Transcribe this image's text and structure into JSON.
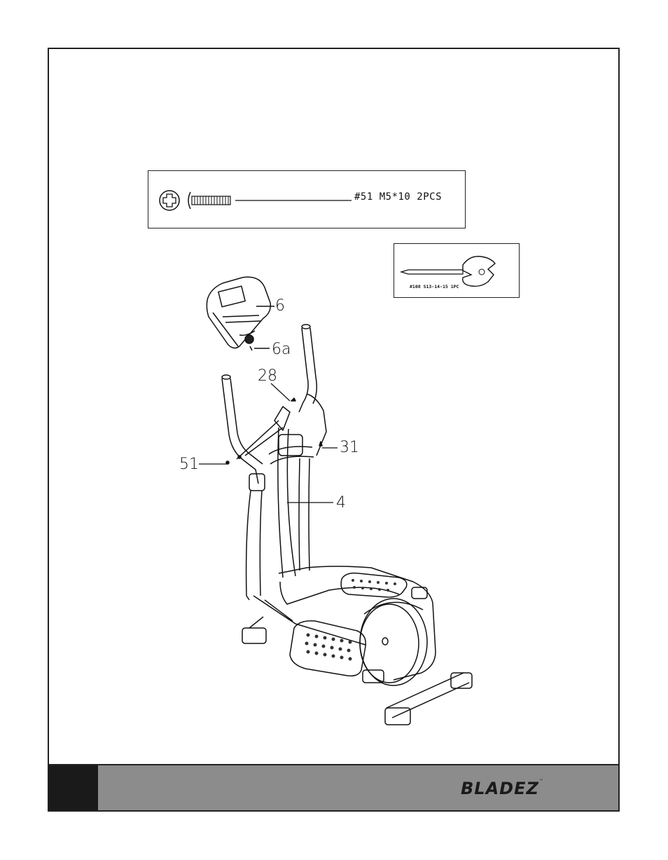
{
  "hardware": {
    "screw": {
      "label": "#51  M5*10  2PCS",
      "icon": "phillips-screw-icon"
    },
    "wrench": {
      "label": "#108  S13-14-15  1PC",
      "icon": "combination-wrench-icon"
    }
  },
  "callouts": {
    "console": "6",
    "console_bolt": "6a",
    "part_28": "28",
    "part_31": "31",
    "part_51": "51",
    "part_4": "4"
  },
  "footer": {
    "brand": "BLADEZ",
    "colors": {
      "bar": "#8c8c8c",
      "block": "#1a1a1a"
    }
  }
}
